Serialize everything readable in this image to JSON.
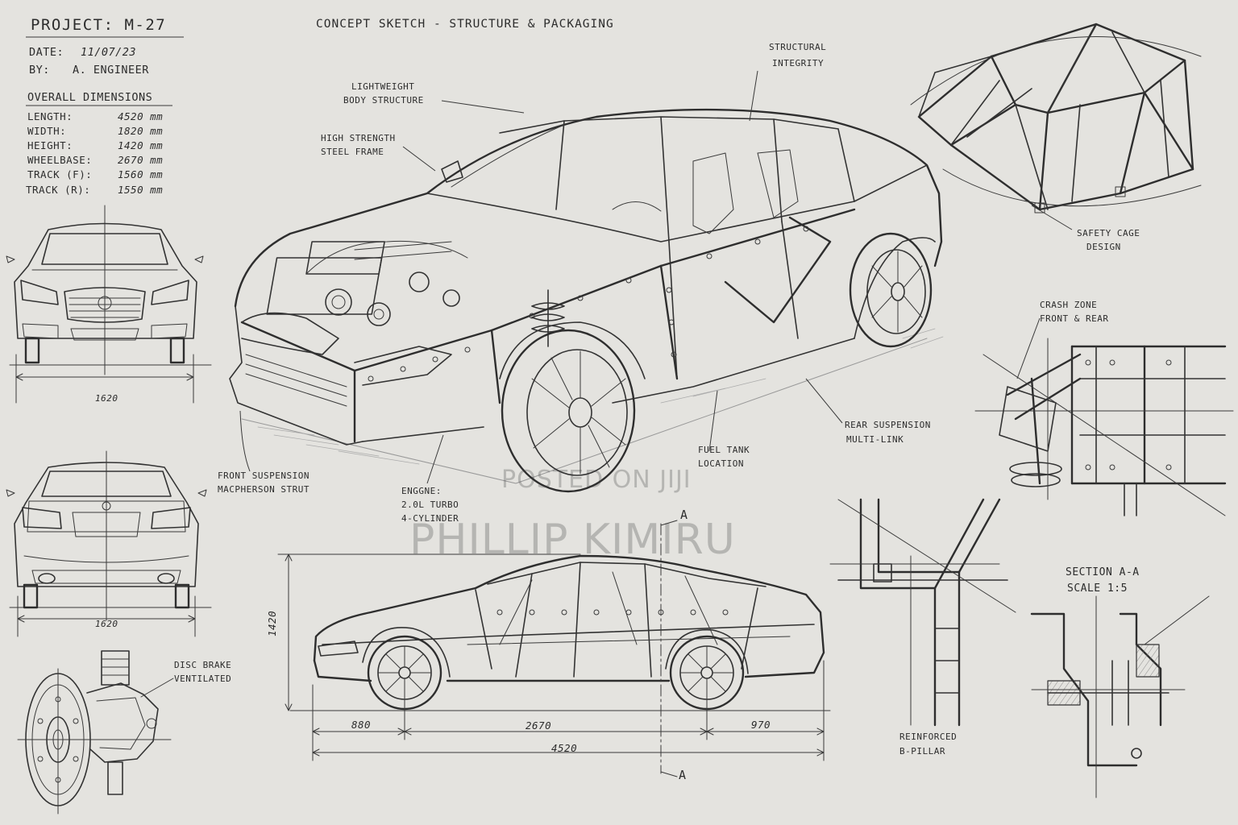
{
  "header": {
    "project": "PROJECT: M-27",
    "subtitle": "CONCEPT SKETCH - STRUCTURE & PACKAGING",
    "date_label": "DATE:",
    "date_value": "11/07/23",
    "by_label": "BY:",
    "by_value": "A. ENGINEER"
  },
  "dimensions": {
    "heading": "OVERALL DIMENSIONS",
    "rows": [
      {
        "label": "LENGTH:",
        "value": "4520 mm"
      },
      {
        "label": "WIDTH:",
        "value": "1820 mm"
      },
      {
        "label": "HEIGHT:",
        "value": "1420 mm"
      },
      {
        "label": "WHEELBASE:",
        "value": "2670 mm"
      },
      {
        "label": "TRACK (F):",
        "value": "1560 mm"
      },
      {
        "label": "TRACK (R):",
        "value": "1550 mm"
      }
    ]
  },
  "callouts": {
    "lightweight": [
      "LIGHTWEIGHT",
      "BODY STRUCTURE"
    ],
    "steel_frame": [
      "HIGH STRENGTH",
      "STEEL FRAME"
    ],
    "structural": [
      "STRUCTURAL",
      "INTEGRITY"
    ],
    "safety_cage": [
      "SAFETY CAGE",
      "DESIGN"
    ],
    "crash_zone": [
      "CRASH ZONE",
      "FRONT & REAR"
    ],
    "rear_suspension": [
      "REAR SUSPENSION",
      "MULTI-LINK"
    ],
    "fuel_tank": [
      "FUEL TANK",
      "LOCATION"
    ],
    "front_suspension": [
      "FRONT SUSPENSION",
      "MACPHERSON STRUT"
    ],
    "engine": [
      "ENGGNE:",
      "2.0L TURBO",
      "4-CYLINDER"
    ],
    "disc_brake": [
      "DISC BRAKE",
      "VENTILATED"
    ],
    "section": [
      "SECTION A-A",
      "SCALE 1:5"
    ],
    "b_pillar": [
      "REINFORCED",
      "B-PILLAR"
    ]
  },
  "drawing_dims": {
    "front_width": "1620",
    "rear_width": "1620",
    "height": "1420",
    "front_overhang": "880",
    "wheelbase": "2670",
    "rear_overhang": "970",
    "overall_length": "4520",
    "section_marker": "A"
  },
  "watermark": {
    "line1": "POSTED ON JIJI",
    "line2": "PHILLIP KIMIRU"
  }
}
